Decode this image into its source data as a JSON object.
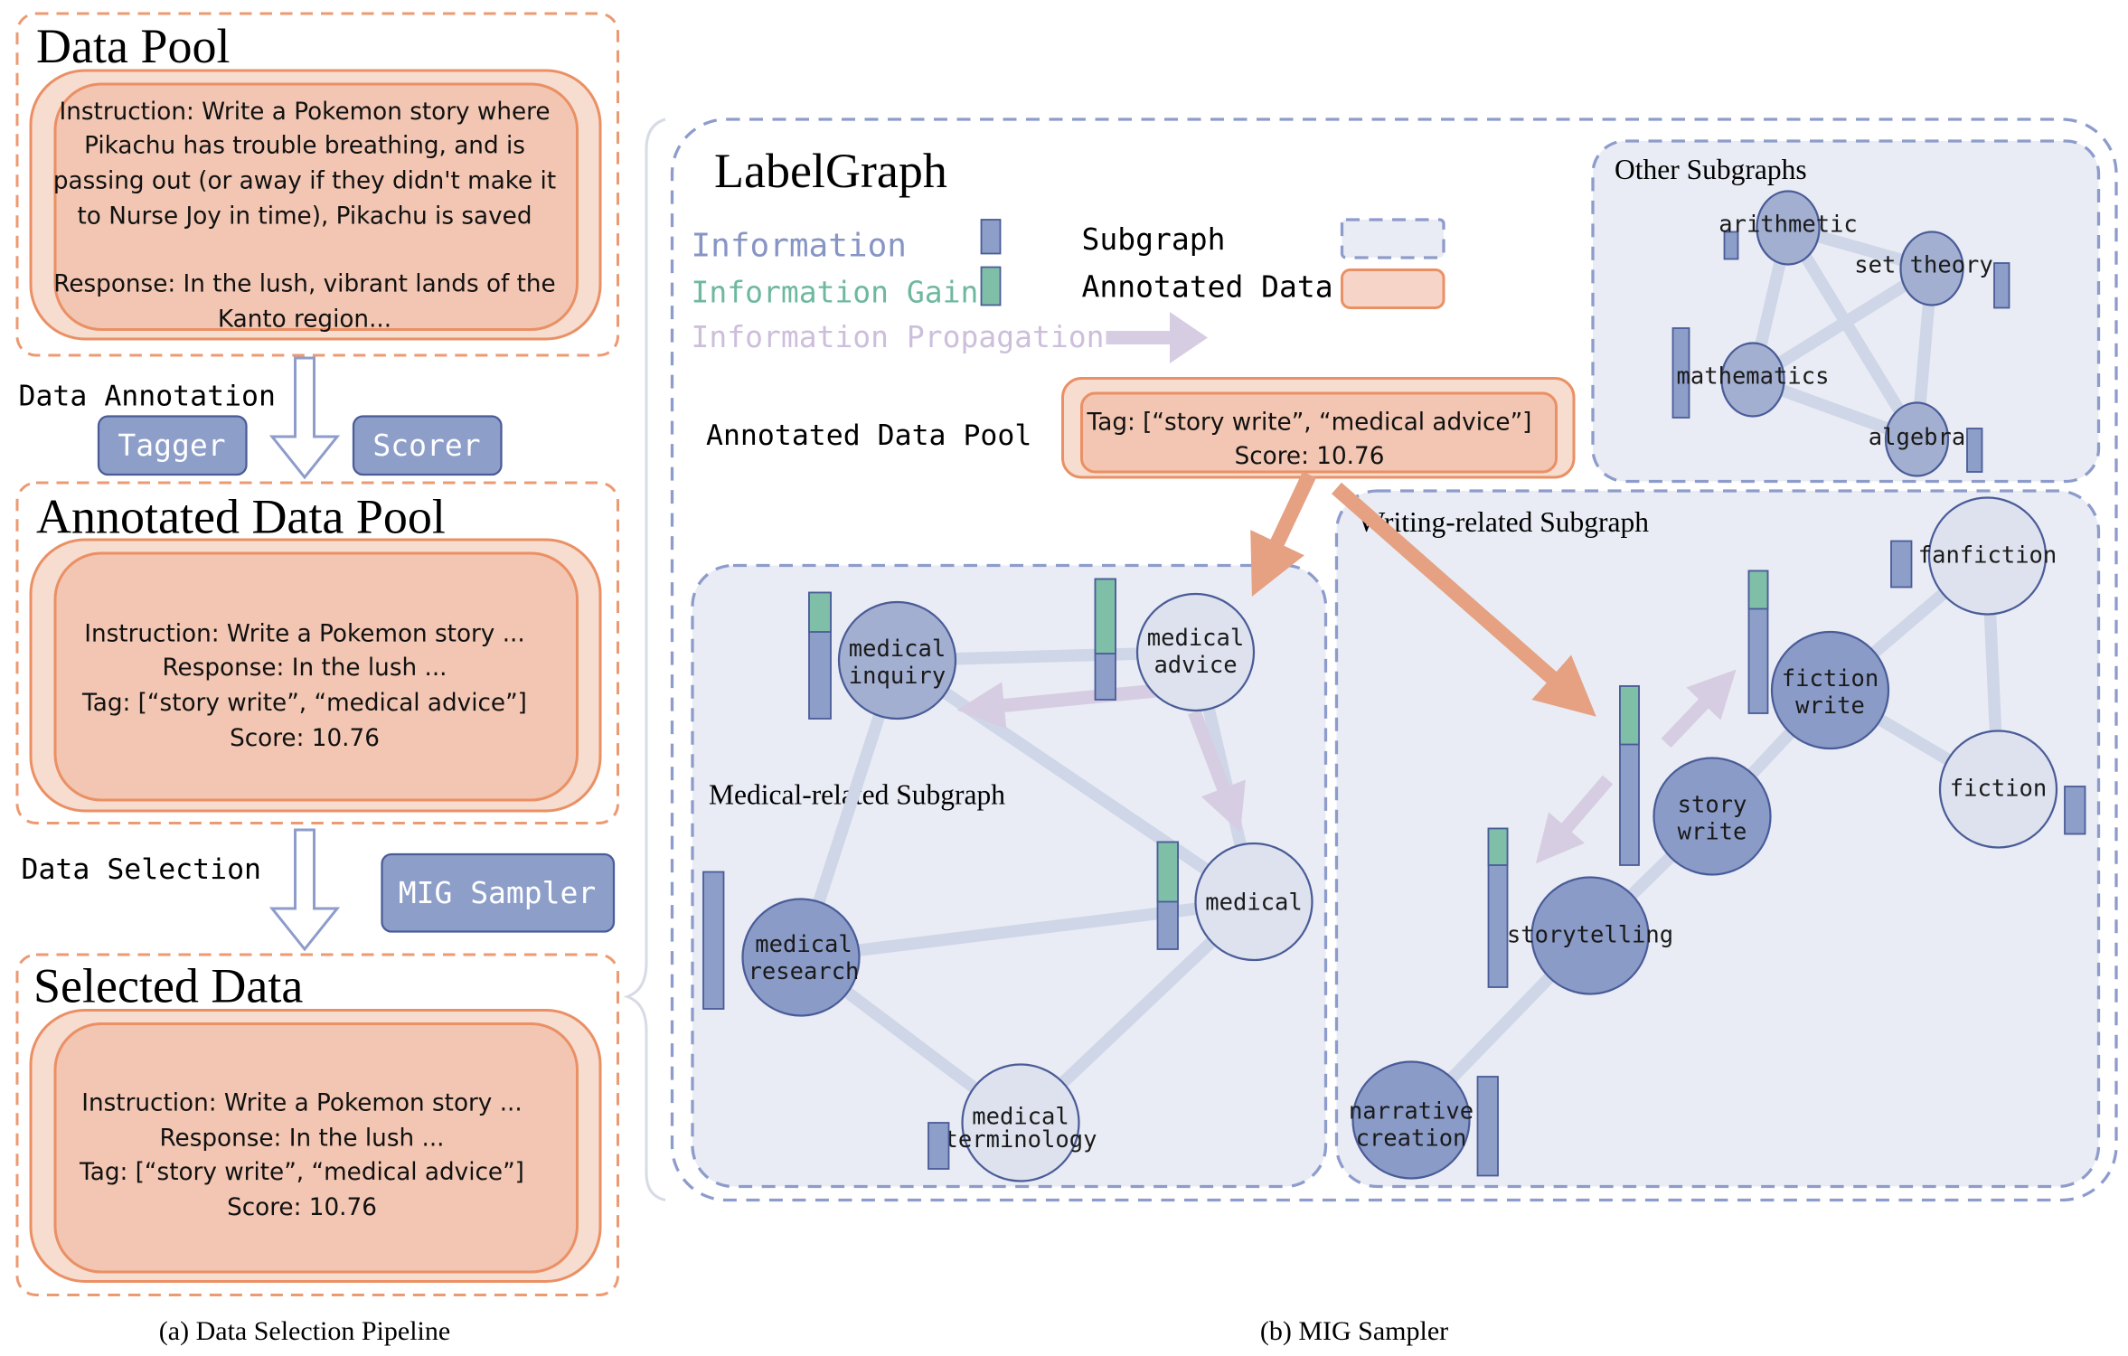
{
  "pipeline": {
    "data_pool": {
      "title": "Data Pool",
      "lines": [
        "Instruction: Write a Pokemon story where",
        "Pikachu has trouble breathing, and is",
        "passing out (or away if they didn't make it",
        "to Nurse Joy in time), Pikachu is saved",
        "Response: In the lush, vibrant lands of the",
        "Kanto region..."
      ]
    },
    "annotation_step": {
      "label": "Data Annotation",
      "tagger": "Tagger",
      "scorer": "Scorer"
    },
    "annotated_pool": {
      "title": "Annotated Data Pool",
      "lines": [
        "Instruction: Write a Pokemon story ...",
        "Response: In the lush ...",
        "Tag: [“story write”, “medical advice”]",
        "Score: 10.76"
      ]
    },
    "selection_step": {
      "label": "Data Selection",
      "sampler": "MIG Sampler"
    },
    "selected_data": {
      "title": "Selected Data",
      "lines": [
        "Instruction: Write a Pokemon story ...",
        "Response: In the lush ...",
        "Tag: [“story write”, “medical advice”]",
        "Score: 10.76"
      ]
    },
    "caption": "(a) Data Selection Pipeline"
  },
  "sampler": {
    "title": "LabelGraph",
    "legend": {
      "information": "Information",
      "information_gain": "Information Gain",
      "information_propagation": "Information Propagation",
      "subgraph": "Subgraph",
      "annotated_data": "Annotated Data"
    },
    "pool_label": "Annotated Data Pool",
    "pool_card": {
      "tag": "Tag: [“story write”, “medical advice”]",
      "score": "Score: 10.76"
    },
    "other": {
      "title": "Other Subgraphs",
      "nodes": [
        "arithmetic",
        "set theory",
        "mathematics",
        "algebra"
      ]
    },
    "medical": {
      "title": "Medical-related Subgraph",
      "nodes": [
        [
          "medical",
          "inquiry"
        ],
        [
          "medical",
          "advice"
        ],
        [
          "medical"
        ],
        [
          "medical",
          "research"
        ],
        [
          "medical",
          "terminology"
        ]
      ]
    },
    "writing": {
      "title": "Writing-related Subgraph",
      "nodes": [
        [
          "fanfiction"
        ],
        [
          "fiction",
          "write"
        ],
        [
          "fiction"
        ],
        [
          "story",
          "write"
        ],
        [
          "storytelling"
        ],
        [
          "narrative",
          "creation"
        ]
      ]
    },
    "caption": "(b) MIG Sampler"
  },
  "colors": {
    "information": "#8d9ec9",
    "information_gain": "#7fbfa8",
    "information_propagation": "#d7cde2",
    "annotated_data": "#f2c6b2",
    "subgraph_fill": "#e9ecf4",
    "selection_arrow": "#e5a182"
  }
}
